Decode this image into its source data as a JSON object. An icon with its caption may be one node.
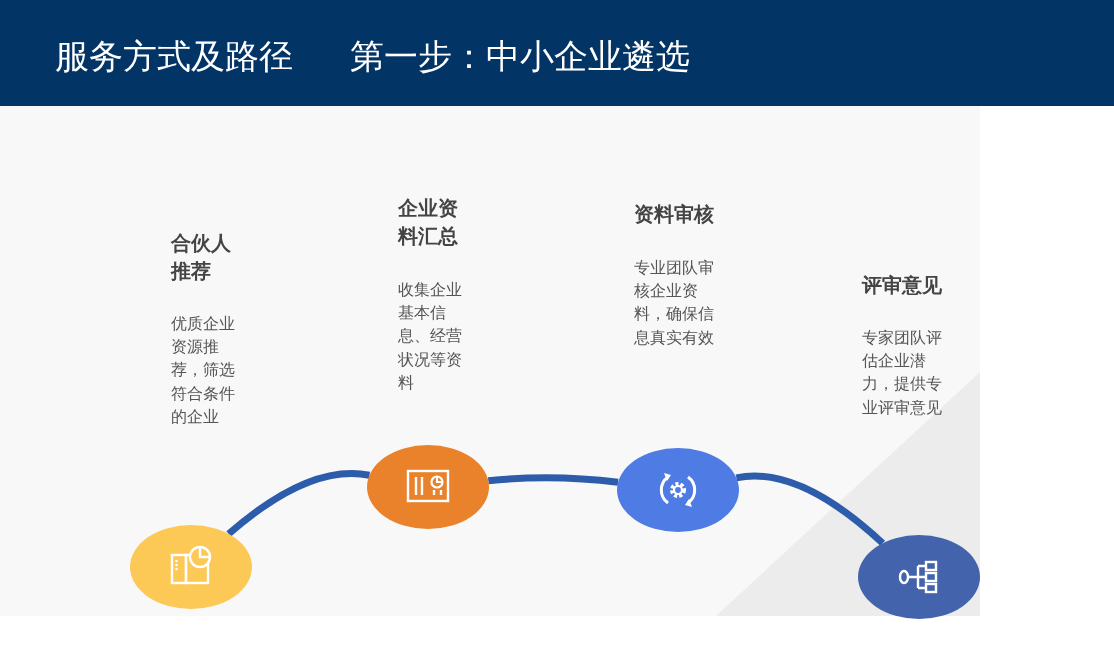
{
  "diagram": {
    "title": "服务方式及路径",
    "nodes": [
      {
        "text": [],
        "shape": "circle"
      },
      {
        "text": [],
        "shape": "circle"
      },
      {
        "text": [],
        "shape": "circle"
      },
      {
        "text": [],
        "shape": "circle"
      }
    ],
    "edges": [
      {
        "from": 0,
        "to": 1,
        "arrow": "none"
      },
      {
        "from": 1,
        "to": 2,
        "arrow": "none"
      },
      {
        "from": 2,
        "to": 3,
        "arrow": "none"
      }
    ],
    "labels": [
      "第一步：中小企业遴选",
      "合伙人推荐",
      "优质企业资源推荐，筛选符合条件的企业",
      "企业资料汇总",
      "收集企业基本信息、经营状况等资料",
      "资料审核",
      "专业团队审核企业资料，确保信息真实有效",
      "评审意见",
      "专家团队评估企业潜力，提供专业评审意见"
    ]
  }
}
